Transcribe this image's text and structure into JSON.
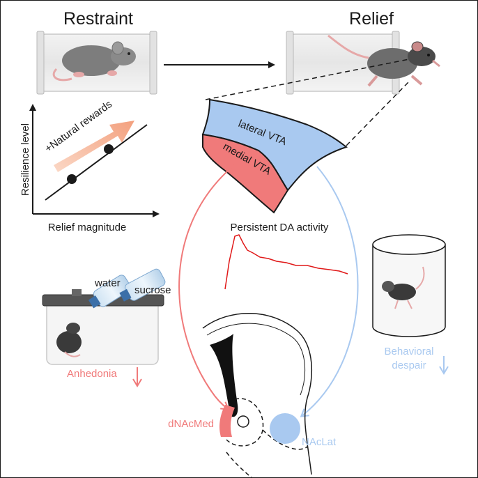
{
  "titles": {
    "restraint": "Restraint",
    "relief": "Relief"
  },
  "graph": {
    "ylabel": "Resilience level",
    "xlabel": "Relief magnitude",
    "arrow_label": "+Natural rewards"
  },
  "vta": {
    "lateral_label": "lateral VTA",
    "medial_label": "medial VTA"
  },
  "trace": {
    "label": "Persistent DA activity"
  },
  "cage": {
    "water_label": "water",
    "sucrose_label": "sucrose"
  },
  "outcomes": {
    "anhedonia": "Anhedonia",
    "despair_line1": "Behavioral",
    "despair_line2": "despair"
  },
  "targets": {
    "dnacmed": "dNAcMed",
    "naclat": "NAcLat"
  },
  "colors": {
    "medial": "#f07a7a",
    "lateral": "#a9c9f0",
    "trace": "#e01818",
    "reward_arrow": "#f5b79a",
    "ink": "#1a1a1a"
  }
}
